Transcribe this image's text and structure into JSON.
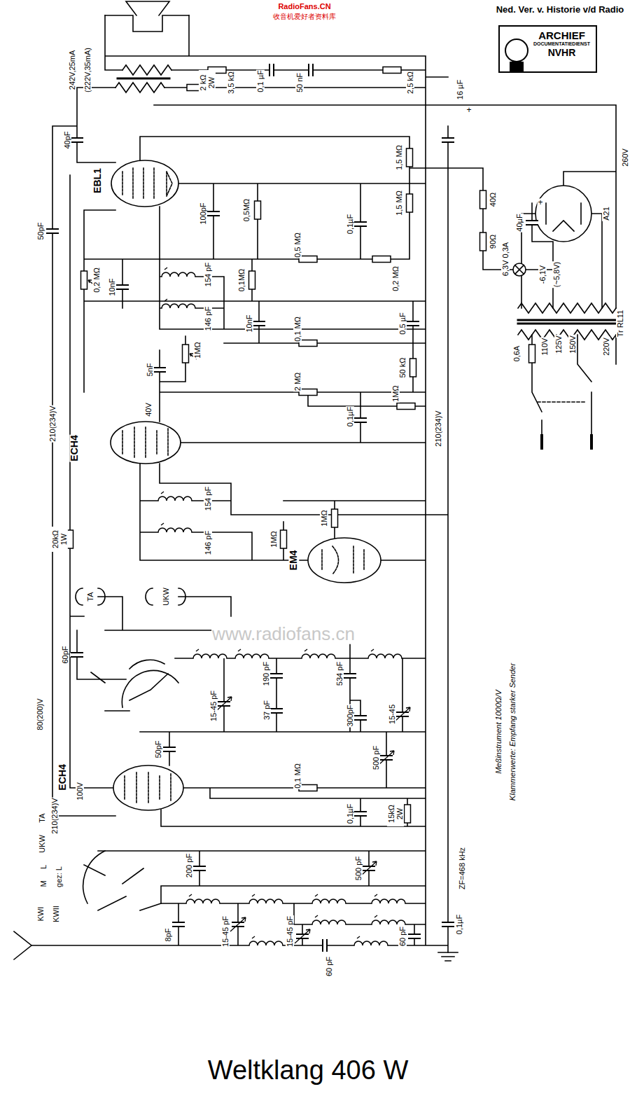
{
  "diagram": {
    "title": "Weltklang 406 W",
    "nodes": [
      {
        "text": [
          "ARCHIEF",
          "DOCUMENTATIEDIENST",
          "NVHR"
        ]
      }
    ],
    "labels": [
      "RadioFans.CN",
      "收音机爱好者资料库",
      "Ned. Ver. v. Historie v/d Radio",
      "2 kΩ 2W",
      "3,5 kΩ",
      "0,1 µF",
      "50 nF",
      "2,5 kΩ",
      "16 µF",
      "+",
      "242V,25mA",
      "(222V,35mA)",
      "EBL1",
      "40pF",
      "50pF",
      "0,2 MΩ",
      "10nF",
      "100pF",
      "0,5MΩ",
      "154 pF",
      "0,1MΩ",
      "146 pF",
      "10nF",
      "0,5 MΩ",
      "0,1µF",
      "1,5 MΩ",
      "1,5 MΩ",
      "0,2 MΩ",
      "40Ω",
      "90Ω",
      "260V",
      "0,1 MΩ",
      "0,5 µF",
      "50 kΩ",
      "6,3V 0,3A",
      "40µF",
      "+",
      "A21",
      "-6,1V",
      "(~5,8V)",
      "Tr RL11",
      "0,6A",
      "110V",
      "125V",
      "150V",
      "220V",
      "210(234)V",
      "210(234)V",
      "ECH4",
      "40V",
      "5nF",
      "1MΩ",
      "2 MΩ",
      "1MΩ",
      "0,1µF",
      "154 pF",
      "146 pF",
      "20kΩ 1W",
      "EM4",
      "1MΩ",
      "1MΩ",
      "TA",
      "UKW",
      "www.radiofans.cn",
      "60pF",
      "15-45 pF",
      "37 pF",
      "190 pF",
      "534 pF",
      "300pF",
      "15-45",
      "500 pF",
      "80(200)V",
      "50pF",
      "ECH4",
      "100V",
      "210(234)V",
      "0,1 MΩ",
      "0,1µF",
      "15kΩ 2W",
      "Meßinstrument 1000Ω/V",
      "Klammerwerte: Empfang starker Sender",
      "200 pF",
      "500 pF",
      "TA",
      "UKW",
      "L",
      "M",
      "KWI",
      "KWII",
      "gez: L",
      "8pF",
      "15-45 pF",
      "15-45 pF",
      "60 pF",
      "60 pF",
      "0,1µF",
      "ZF=468 kHz"
    ]
  }
}
